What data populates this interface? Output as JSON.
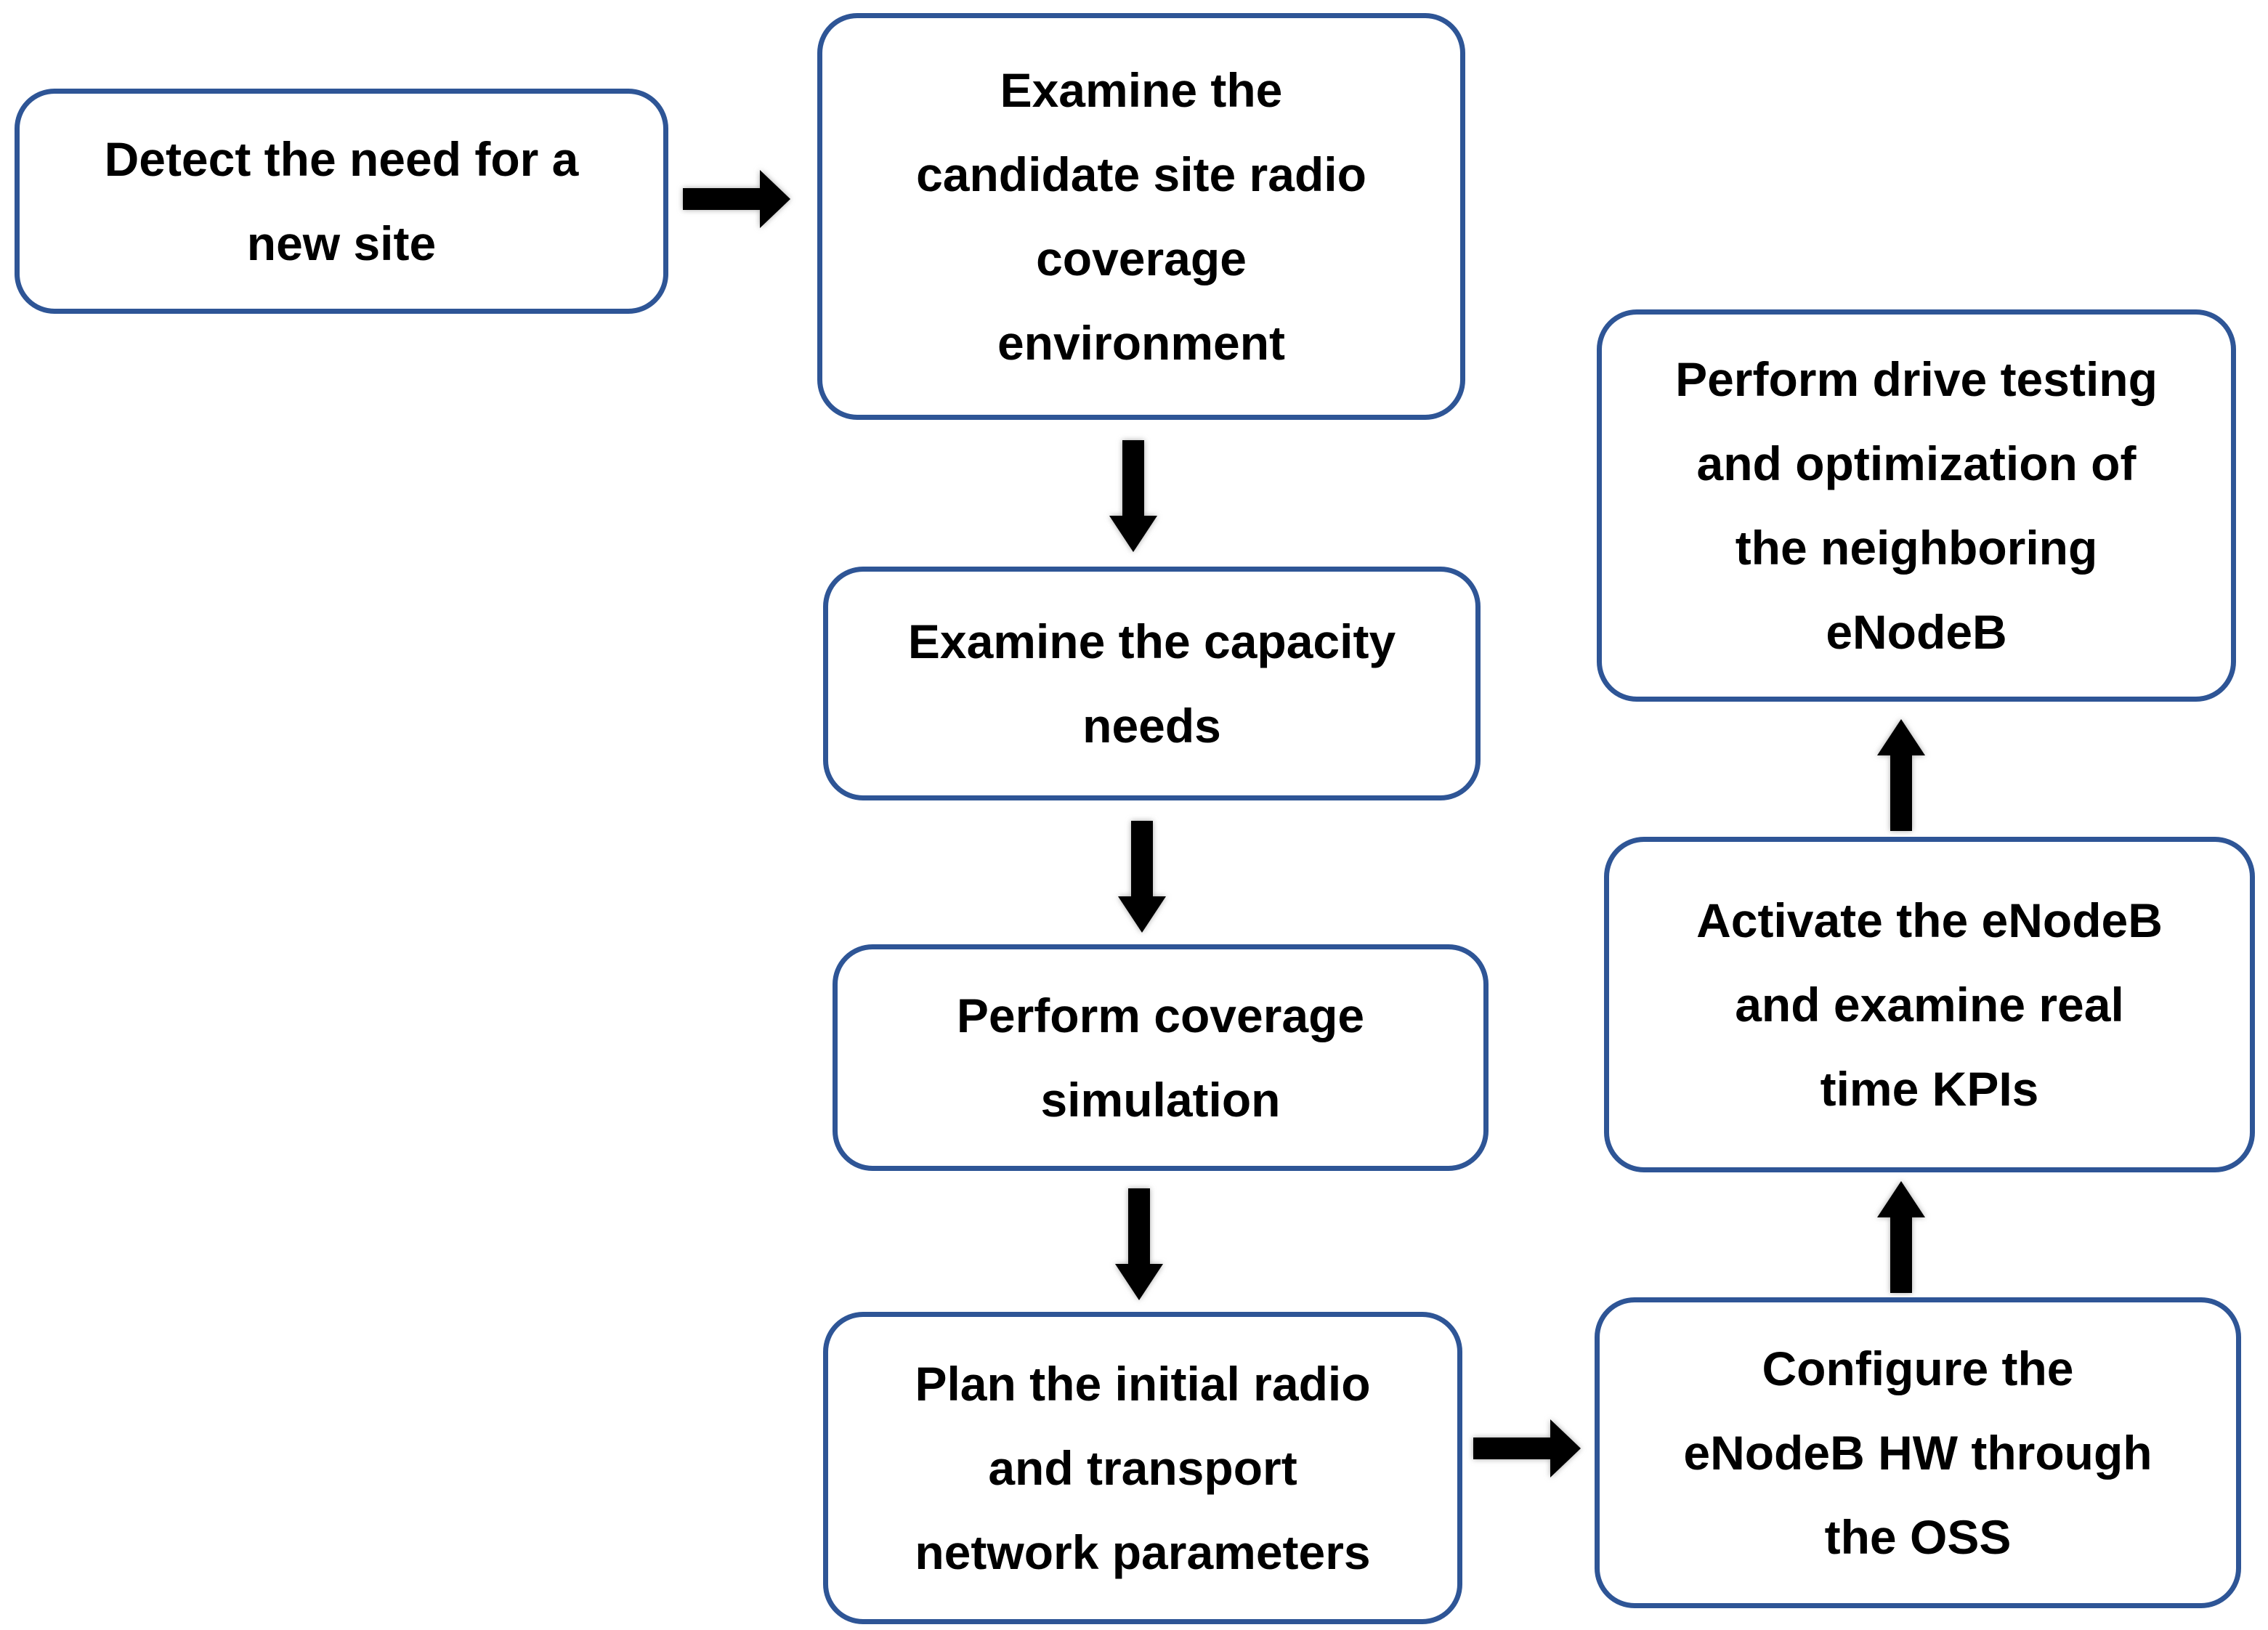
{
  "diagram": {
    "type": "flowchart",
    "colors": {
      "background": "#ffffff",
      "box_border": "#2e5596",
      "text": "#000000",
      "arrow": "#000000"
    },
    "nodes": [
      {
        "id": "detect-need",
        "label": "Detect the need for a new site",
        "lines": [
          "Detect the need for a",
          "new site"
        ]
      },
      {
        "id": "examine-candidate-site",
        "label": "Examine the candidate site radio coverage environment",
        "lines": [
          "Examine the",
          "candidate site radio",
          "coverage",
          "environment"
        ]
      },
      {
        "id": "examine-capacity",
        "label": "Examine the capacity needs",
        "lines": [
          "Examine the capacity",
          "needs"
        ]
      },
      {
        "id": "coverage-simulation",
        "label": "Perform coverage simulation",
        "lines": [
          "Perform coverage",
          "simulation"
        ]
      },
      {
        "id": "plan-parameters",
        "label": "Plan the initial radio and transport network parameters",
        "lines": [
          "Plan the initial radio",
          "and transport",
          "network parameters"
        ]
      },
      {
        "id": "configure-hw",
        "label": "Configure the eNodeB HW through the OSS",
        "lines": [
          "Configure the",
          "eNodeB HW through",
          "the OSS"
        ]
      },
      {
        "id": "activate-enodeb",
        "label": "Activate the eNodeB and examine real time KPIs",
        "lines": [
          "Activate the eNodeB",
          "and examine real",
          "time KPIs"
        ]
      },
      {
        "id": "drive-testing",
        "label": "Perform drive testing and optimization of the neighboring eNodeB",
        "lines": [
          "Perform drive testing",
          "and optimization of",
          "the neighboring",
          "eNodeB"
        ]
      }
    ],
    "edges": [
      {
        "from": "detect-need",
        "to": "examine-candidate-site",
        "direction": "right"
      },
      {
        "from": "examine-candidate-site",
        "to": "examine-capacity",
        "direction": "down"
      },
      {
        "from": "examine-capacity",
        "to": "coverage-simulation",
        "direction": "down"
      },
      {
        "from": "coverage-simulation",
        "to": "plan-parameters",
        "direction": "down"
      },
      {
        "from": "plan-parameters",
        "to": "configure-hw",
        "direction": "right"
      },
      {
        "from": "configure-hw",
        "to": "activate-enodeb",
        "direction": "up"
      },
      {
        "from": "activate-enodeb",
        "to": "drive-testing",
        "direction": "up"
      }
    ]
  }
}
